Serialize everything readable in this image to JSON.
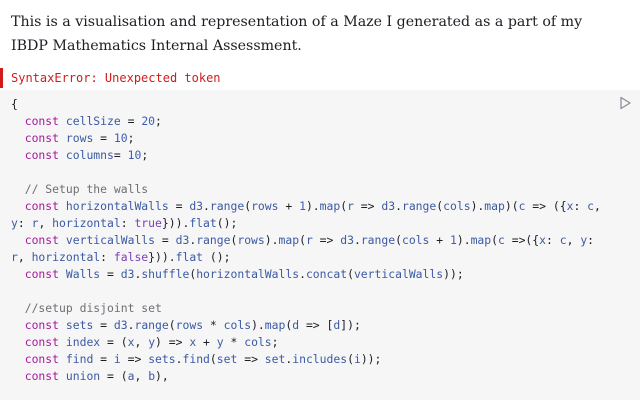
{
  "intro": {
    "text": "This is a visualisation and representation of a Maze I generated as a part of my IBDP Mathematics Internal Assessment."
  },
  "error": {
    "message": "SyntaxError: Unexpected token"
  },
  "editor": {
    "run_icon": "play-icon",
    "lines": [
      [
        {
          "t": "{",
          "k": "plain"
        }
      ],
      [
        {
          "t": "  ",
          "k": "plain"
        },
        {
          "t": "const",
          "k": "keyword"
        },
        {
          "t": " ",
          "k": "plain"
        },
        {
          "t": "cellSize",
          "k": "def"
        },
        {
          "t": " = ",
          "k": "plain"
        },
        {
          "t": "20",
          "k": "number"
        },
        {
          "t": ";",
          "k": "plain"
        }
      ],
      [
        {
          "t": "  ",
          "k": "plain"
        },
        {
          "t": "const",
          "k": "keyword"
        },
        {
          "t": " ",
          "k": "plain"
        },
        {
          "t": "rows",
          "k": "def"
        },
        {
          "t": " = ",
          "k": "plain"
        },
        {
          "t": "10",
          "k": "number"
        },
        {
          "t": ";",
          "k": "plain"
        }
      ],
      [
        {
          "t": "  ",
          "k": "plain"
        },
        {
          "t": "const",
          "k": "keyword"
        },
        {
          "t": " ",
          "k": "plain"
        },
        {
          "t": "columns",
          "k": "def"
        },
        {
          "t": "= ",
          "k": "plain"
        },
        {
          "t": "10",
          "k": "number"
        },
        {
          "t": ";",
          "k": "plain"
        }
      ],
      [
        {
          "t": "",
          "k": "plain"
        }
      ],
      [
        {
          "t": "  ",
          "k": "plain"
        },
        {
          "t": "// Setup the walls",
          "k": "comment"
        }
      ],
      [
        {
          "t": "  ",
          "k": "plain"
        },
        {
          "t": "const",
          "k": "keyword"
        },
        {
          "t": " ",
          "k": "plain"
        },
        {
          "t": "horizontalWalls",
          "k": "def"
        },
        {
          "t": " = ",
          "k": "plain"
        },
        {
          "t": "d3",
          "k": "def"
        },
        {
          "t": ".",
          "k": "plain"
        },
        {
          "t": "range",
          "k": "def"
        },
        {
          "t": "(",
          "k": "plain"
        },
        {
          "t": "rows",
          "k": "def"
        },
        {
          "t": " + ",
          "k": "plain"
        },
        {
          "t": "1",
          "k": "number"
        },
        {
          "t": ").",
          "k": "plain"
        },
        {
          "t": "map",
          "k": "def"
        },
        {
          "t": "(",
          "k": "plain"
        },
        {
          "t": "r",
          "k": "def"
        },
        {
          "t": " => ",
          "k": "plain"
        },
        {
          "t": "d3",
          "k": "def"
        },
        {
          "t": ".",
          "k": "plain"
        },
        {
          "t": "range",
          "k": "def"
        },
        {
          "t": "(",
          "k": "plain"
        },
        {
          "t": "cols",
          "k": "def"
        },
        {
          "t": ").",
          "k": "plain"
        },
        {
          "t": "map",
          "k": "def"
        },
        {
          "t": ")(",
          "k": "plain"
        },
        {
          "t": "c",
          "k": "def"
        },
        {
          "t": " => ({",
          "k": "plain"
        },
        {
          "t": "x",
          "k": "def"
        },
        {
          "t": ": ",
          "k": "plain"
        },
        {
          "t": "c",
          "k": "def"
        },
        {
          "t": ", ",
          "k": "plain"
        },
        {
          "t": "y",
          "k": "def"
        },
        {
          "t": ": ",
          "k": "plain"
        },
        {
          "t": "r",
          "k": "def"
        },
        {
          "t": ", ",
          "k": "plain"
        },
        {
          "t": "horizontal",
          "k": "def"
        },
        {
          "t": ": ",
          "k": "plain"
        },
        {
          "t": "true",
          "k": "atom"
        },
        {
          "t": "})).",
          "k": "plain"
        },
        {
          "t": "flat",
          "k": "def"
        },
        {
          "t": "();",
          "k": "plain"
        }
      ],
      [
        {
          "t": "  ",
          "k": "plain"
        },
        {
          "t": "const",
          "k": "keyword"
        },
        {
          "t": " ",
          "k": "plain"
        },
        {
          "t": "verticalWalls",
          "k": "def"
        },
        {
          "t": " = ",
          "k": "plain"
        },
        {
          "t": "d3",
          "k": "def"
        },
        {
          "t": ".",
          "k": "plain"
        },
        {
          "t": "range",
          "k": "def"
        },
        {
          "t": "(",
          "k": "plain"
        },
        {
          "t": "rows",
          "k": "def"
        },
        {
          "t": ").",
          "k": "plain"
        },
        {
          "t": "map",
          "k": "def"
        },
        {
          "t": "(",
          "k": "plain"
        },
        {
          "t": "r",
          "k": "def"
        },
        {
          "t": " => ",
          "k": "plain"
        },
        {
          "t": "d3",
          "k": "def"
        },
        {
          "t": ".",
          "k": "plain"
        },
        {
          "t": "range",
          "k": "def"
        },
        {
          "t": "(",
          "k": "plain"
        },
        {
          "t": "cols",
          "k": "def"
        },
        {
          "t": " + ",
          "k": "plain"
        },
        {
          "t": "1",
          "k": "number"
        },
        {
          "t": ").",
          "k": "plain"
        },
        {
          "t": "map",
          "k": "def"
        },
        {
          "t": "(",
          "k": "plain"
        },
        {
          "t": "c",
          "k": "def"
        },
        {
          "t": " =>({",
          "k": "plain"
        },
        {
          "t": "x",
          "k": "def"
        },
        {
          "t": ": ",
          "k": "plain"
        },
        {
          "t": "c",
          "k": "def"
        },
        {
          "t": ", ",
          "k": "plain"
        },
        {
          "t": "y",
          "k": "def"
        },
        {
          "t": ": ",
          "k": "plain"
        },
        {
          "t": "r",
          "k": "def"
        },
        {
          "t": ", ",
          "k": "plain"
        },
        {
          "t": "horizontal",
          "k": "def"
        },
        {
          "t": ": ",
          "k": "plain"
        },
        {
          "t": "false",
          "k": "atom"
        },
        {
          "t": "})).",
          "k": "plain"
        },
        {
          "t": "flat",
          "k": "def"
        },
        {
          "t": " ();",
          "k": "plain"
        }
      ],
      [
        {
          "t": "  ",
          "k": "plain"
        },
        {
          "t": "const",
          "k": "keyword"
        },
        {
          "t": " ",
          "k": "plain"
        },
        {
          "t": "Walls",
          "k": "def"
        },
        {
          "t": " = ",
          "k": "plain"
        },
        {
          "t": "d3",
          "k": "def"
        },
        {
          "t": ".",
          "k": "plain"
        },
        {
          "t": "shuffle",
          "k": "def"
        },
        {
          "t": "(",
          "k": "plain"
        },
        {
          "t": "horizontalWalls",
          "k": "def"
        },
        {
          "t": ".",
          "k": "plain"
        },
        {
          "t": "concat",
          "k": "def"
        },
        {
          "t": "(",
          "k": "plain"
        },
        {
          "t": "verticalWalls",
          "k": "def"
        },
        {
          "t": "));",
          "k": "plain"
        }
      ],
      [
        {
          "t": "",
          "k": "plain"
        }
      ],
      [
        {
          "t": "  ",
          "k": "plain"
        },
        {
          "t": "//setup disjoint set",
          "k": "comment"
        }
      ],
      [
        {
          "t": "  ",
          "k": "plain"
        },
        {
          "t": "const",
          "k": "keyword"
        },
        {
          "t": " ",
          "k": "plain"
        },
        {
          "t": "sets",
          "k": "def"
        },
        {
          "t": " = ",
          "k": "plain"
        },
        {
          "t": "d3",
          "k": "def"
        },
        {
          "t": ".",
          "k": "plain"
        },
        {
          "t": "range",
          "k": "def"
        },
        {
          "t": "(",
          "k": "plain"
        },
        {
          "t": "rows",
          "k": "def"
        },
        {
          "t": " * ",
          "k": "plain"
        },
        {
          "t": "cols",
          "k": "def"
        },
        {
          "t": ").",
          "k": "plain"
        },
        {
          "t": "map",
          "k": "def"
        },
        {
          "t": "(",
          "k": "plain"
        },
        {
          "t": "d",
          "k": "def"
        },
        {
          "t": " => [",
          "k": "plain"
        },
        {
          "t": "d",
          "k": "def"
        },
        {
          "t": "]);",
          "k": "plain"
        }
      ],
      [
        {
          "t": "  ",
          "k": "plain"
        },
        {
          "t": "const",
          "k": "keyword"
        },
        {
          "t": " ",
          "k": "plain"
        },
        {
          "t": "index",
          "k": "def"
        },
        {
          "t": " = (",
          "k": "plain"
        },
        {
          "t": "x",
          "k": "def"
        },
        {
          "t": ", ",
          "k": "plain"
        },
        {
          "t": "y",
          "k": "def"
        },
        {
          "t": ") => ",
          "k": "plain"
        },
        {
          "t": "x",
          "k": "def"
        },
        {
          "t": " + ",
          "k": "plain"
        },
        {
          "t": "y",
          "k": "def"
        },
        {
          "t": " * ",
          "k": "plain"
        },
        {
          "t": "cols",
          "k": "def"
        },
        {
          "t": ";",
          "k": "plain"
        }
      ],
      [
        {
          "t": "  ",
          "k": "plain"
        },
        {
          "t": "const",
          "k": "keyword"
        },
        {
          "t": " ",
          "k": "plain"
        },
        {
          "t": "find",
          "k": "def"
        },
        {
          "t": " = ",
          "k": "plain"
        },
        {
          "t": "i",
          "k": "def"
        },
        {
          "t": " => ",
          "k": "plain"
        },
        {
          "t": "sets",
          "k": "def"
        },
        {
          "t": ".",
          "k": "plain"
        },
        {
          "t": "find",
          "k": "def"
        },
        {
          "t": "(",
          "k": "plain"
        },
        {
          "t": "set",
          "k": "def"
        },
        {
          "t": " => ",
          "k": "plain"
        },
        {
          "t": "set",
          "k": "def"
        },
        {
          "t": ".",
          "k": "plain"
        },
        {
          "t": "includes",
          "k": "def"
        },
        {
          "t": "(",
          "k": "plain"
        },
        {
          "t": "i",
          "k": "def"
        },
        {
          "t": "));",
          "k": "plain"
        }
      ],
      [
        {
          "t": "  ",
          "k": "plain"
        },
        {
          "t": "const",
          "k": "keyword"
        },
        {
          "t": " ",
          "k": "plain"
        },
        {
          "t": "union",
          "k": "def"
        },
        {
          "t": " = (",
          "k": "plain"
        },
        {
          "t": "a",
          "k": "def"
        },
        {
          "t": ", ",
          "k": "plain"
        },
        {
          "t": "b",
          "k": "def"
        },
        {
          "t": "),",
          "k": "plain"
        }
      ]
    ]
  }
}
